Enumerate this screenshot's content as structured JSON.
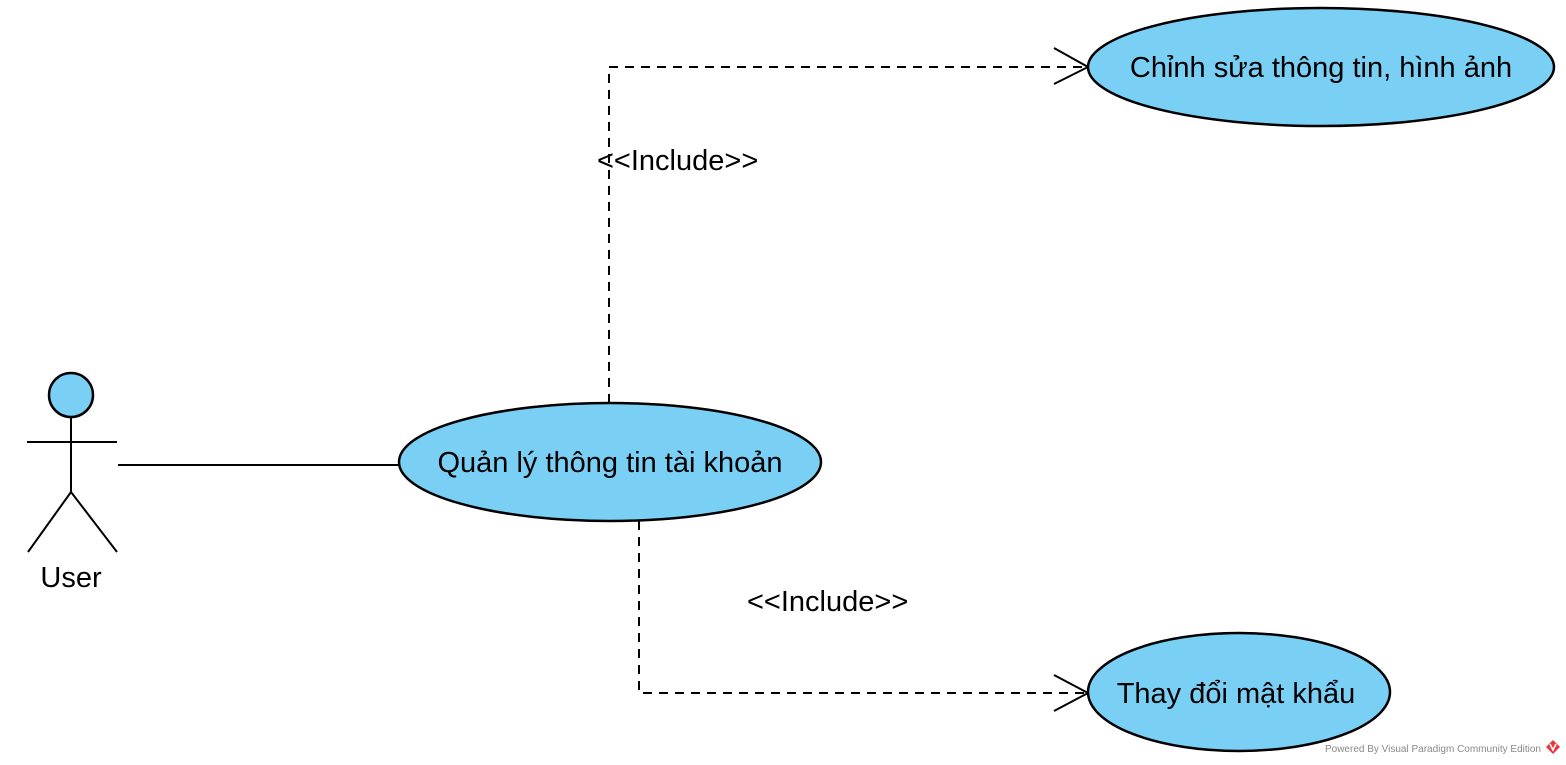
{
  "actor": {
    "label": "User"
  },
  "use_cases": {
    "main": "Quản lý thông tin tài khoản",
    "edit_info": "Chỉnh sửa thông tin, hình ảnh",
    "change_password": "Thay đổi mật khẩu"
  },
  "relationships": {
    "include_top": "<<Include>>",
    "include_bottom": "<<Include>>"
  },
  "watermark": {
    "text": "Powered By Visual Paradigm Community Edition"
  },
  "colors": {
    "use_case_fill": "#7acff5",
    "actor_head_fill": "#7acff5",
    "line": "#000000",
    "watermark_logo": "#e8373f"
  }
}
